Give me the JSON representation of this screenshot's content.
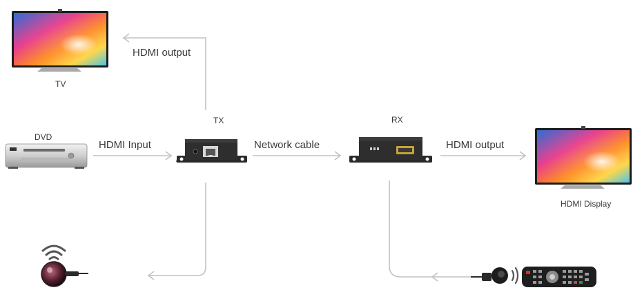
{
  "labels": {
    "tv": "TV",
    "hdmi_output_top": "HDMI output",
    "tx": "TX",
    "rx": "RX",
    "dvd": "DVD",
    "hdmi_input": "HDMI Input",
    "network_cable": "Network cable",
    "hdmi_output_right": "HDMI output",
    "hdmi_display": "HDMI Display"
  },
  "colors": {
    "connector": "#c2c2c2",
    "device_body": "#2a2a2a",
    "text": "#3a3a3a"
  }
}
